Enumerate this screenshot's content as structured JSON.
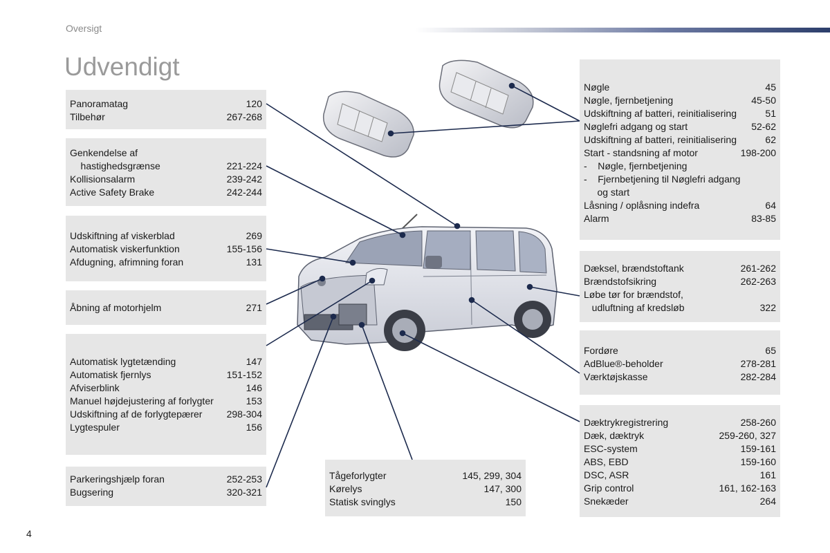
{
  "header": {
    "section": "Oversigt",
    "title": "Udvendigt",
    "page_number": "4"
  },
  "boxes": {
    "b1": {
      "entries": [
        {
          "text": "Panoramatag",
          "page": "120"
        },
        {
          "text": "Tilbehør",
          "page": "267-268"
        }
      ]
    },
    "b2": {
      "entries": [
        {
          "text": "Genkendelse af",
          "page": ""
        },
        {
          "text": "    hastighedsgrænse",
          "page": "221-224"
        },
        {
          "text": "Kollisionsalarm",
          "page": "239-242"
        },
        {
          "text": "Active Safety Brake",
          "page": "242-244"
        }
      ]
    },
    "b3": {
      "entries": [
        {
          "text": "Udskiftning af viskerblad",
          "page": "269"
        },
        {
          "text": "Automatisk viskerfunktion",
          "page": "155-156"
        },
        {
          "text": "Afdugning, afrimning foran",
          "page": "131"
        }
      ]
    },
    "b4": {
      "entries": [
        {
          "text": "Åbning af motorhjelm",
          "page": "271"
        }
      ]
    },
    "b5": {
      "entries": [
        {
          "text": "Automatisk lygtetænding",
          "page": "147"
        },
        {
          "text": "Automatisk fjernlys",
          "page": "151-152"
        },
        {
          "text": "Afviserblink",
          "page": "146"
        },
        {
          "text": "Manuel højdejustering af forlygter",
          "page": "153"
        },
        {
          "text": "Udskiftning af de forlygtepærer",
          "page": "298-304"
        },
        {
          "text": "Lygtespuler",
          "page": "156"
        }
      ]
    },
    "b6": {
      "entries": [
        {
          "text": "Parkeringshjælp foran",
          "page": "252-253"
        },
        {
          "text": "Bugsering",
          "page": "320-321"
        }
      ]
    },
    "b7": {
      "entries": [
        {
          "text": "Tågeforlygter",
          "page": "145, 299, 304"
        },
        {
          "text": "Kørelys",
          "page": "147, 300"
        },
        {
          "text": "Statisk svinglys",
          "page": "150"
        }
      ]
    },
    "b8": {
      "entries": [
        {
          "text": "Nøgle",
          "page": "45"
        },
        {
          "text": "Nøgle, fjernbetjening",
          "page": "45-50"
        },
        {
          "text": "Udskiftning af batteri, reinitialisering",
          "page": "51"
        },
        {
          "text": "Nøglefri adgang og start",
          "page": "52-62"
        },
        {
          "text": "Udskiftning af batteri, reinitialisering",
          "page": "62"
        },
        {
          "text": "Start - standsning af motor",
          "page": "198-200"
        },
        {
          "text": "-    Nøgle, fjernbetjening",
          "page": ""
        },
        {
          "text": "-    Fjernbetjening til Nøglefri adgang",
          "page": ""
        },
        {
          "text": "     og start",
          "page": ""
        },
        {
          "text": "Låsning / oplåsning indefra",
          "page": "64"
        },
        {
          "text": "Alarm",
          "page": "83-85"
        }
      ]
    },
    "b9": {
      "entries": [
        {
          "text": "Dæksel, brændstoftank",
          "page": "261-262"
        },
        {
          "text": "Brændstofsikring",
          "page": "262-263"
        },
        {
          "text": "Løbe tør for brændstof,",
          "page": ""
        },
        {
          "text": "   udluftning af kredsløb",
          "page": "322"
        }
      ]
    },
    "b10": {
      "entries": [
        {
          "text": "Fordøre",
          "page": "65"
        },
        {
          "text": "AdBlue®-beholder",
          "page": "278-281"
        },
        {
          "text": "Værktøjskasse",
          "page": "282-284"
        }
      ]
    },
    "b11": {
      "entries": [
        {
          "text": "Dæktrykregistrering",
          "page": "258-260"
        },
        {
          "text": "Dæk, dæktryk",
          "page": "259-260, 327"
        },
        {
          "text": "ESC-system",
          "page": "159-161"
        },
        {
          "text": "ABS, EBD",
          "page": "159-160"
        },
        {
          "text": "DSC, ASR",
          "page": "161"
        },
        {
          "text": "Grip control",
          "page": "161, 162-163"
        },
        {
          "text": "Snekæder",
          "page": "264"
        }
      ]
    }
  },
  "colors": {
    "box_bg": "#e6e6e6",
    "leader_line": "#1c2a4d",
    "title": "#9a9a9a"
  }
}
